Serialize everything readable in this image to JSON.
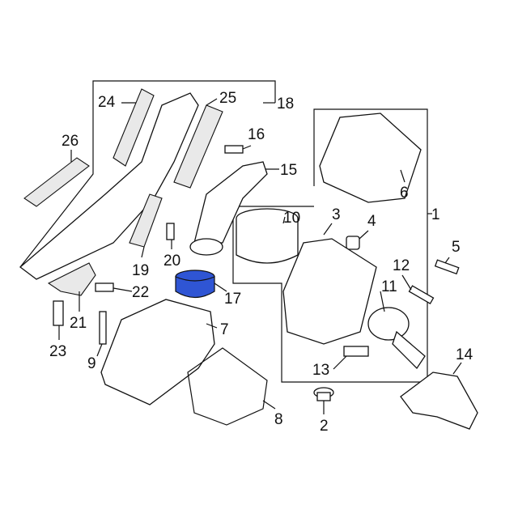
{
  "diagram": {
    "callouts": {
      "p1": "1",
      "p2": "2",
      "p3": "3",
      "p4": "4",
      "p5": "5",
      "p6": "6",
      "p7": "7",
      "p8": "8",
      "p9": "9",
      "p10": "10",
      "p11": "11",
      "p12": "12",
      "p13": "13",
      "p14": "14",
      "p15": "15",
      "p16": "16",
      "p17": "17",
      "p18": "18",
      "p19": "19",
      "p20": "20",
      "p21": "21",
      "p22": "22",
      "p23": "23",
      "p24": "24",
      "p25": "25",
      "p26": "26"
    },
    "highlight_part": "17",
    "highlight_color": "#2f55d4"
  }
}
